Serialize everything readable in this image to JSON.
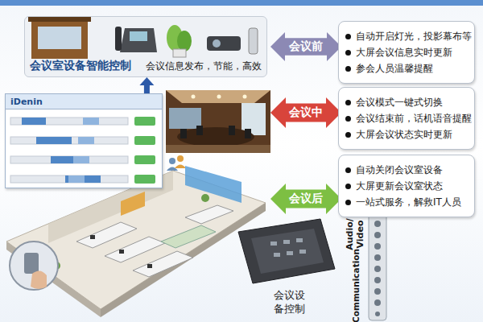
{
  "diagram": {
    "nodes": [
      {
        "text": [
          "会议室设备智能控制",
          "会议信息发布，节能，高效"
        ]
      },
      {
        "text": [
          "会议前"
        ]
      },
      {
        "text": [
          "自动开启灯光，投影幕布等",
          "大屏会议信息实时更新",
          "参会人员温馨提醒"
        ]
      },
      {
        "text": [
          "iDenin"
        ]
      },
      {
        "text": [
          "会议中"
        ]
      },
      {
        "text": [
          "会议模式一键式切换",
          "会议结束前，话机语音提醒",
          "大屏会议状态实时更新"
        ]
      },
      {
        "text": [
          "会议后"
        ]
      },
      {
        "text": [
          "自动关闭会议室设备",
          "大屏更新会议室状态",
          "一站式服务，解救IT人员"
        ]
      }
    ],
    "edges": [
      {
        "from": 3,
        "to": 0,
        "arrow": "to"
      }
    ],
    "labels": [
      "会议设备控制",
      "Audio/ Video",
      "Communication"
    ]
  }
}
